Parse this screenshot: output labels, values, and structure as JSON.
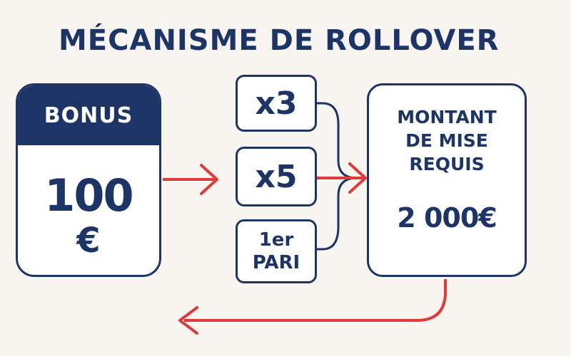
{
  "title": "MÉCANISME DE ROLLOVER",
  "bonus": {
    "header": "BONUS",
    "amount": "100",
    "currency": "€"
  },
  "multipliers": [
    {
      "lines": [
        "x3"
      ]
    },
    {
      "lines": [
        "x5"
      ]
    },
    {
      "lines": [
        "1er",
        "PARI"
      ]
    }
  ],
  "result": {
    "label_lines": [
      "MONTANT",
      "DE MISE",
      "REQUIS"
    ],
    "amount": "2 000€"
  },
  "colors": {
    "navy": "#1c3466",
    "accent_red": "#e03b3b",
    "background": "#f8f5f1"
  }
}
